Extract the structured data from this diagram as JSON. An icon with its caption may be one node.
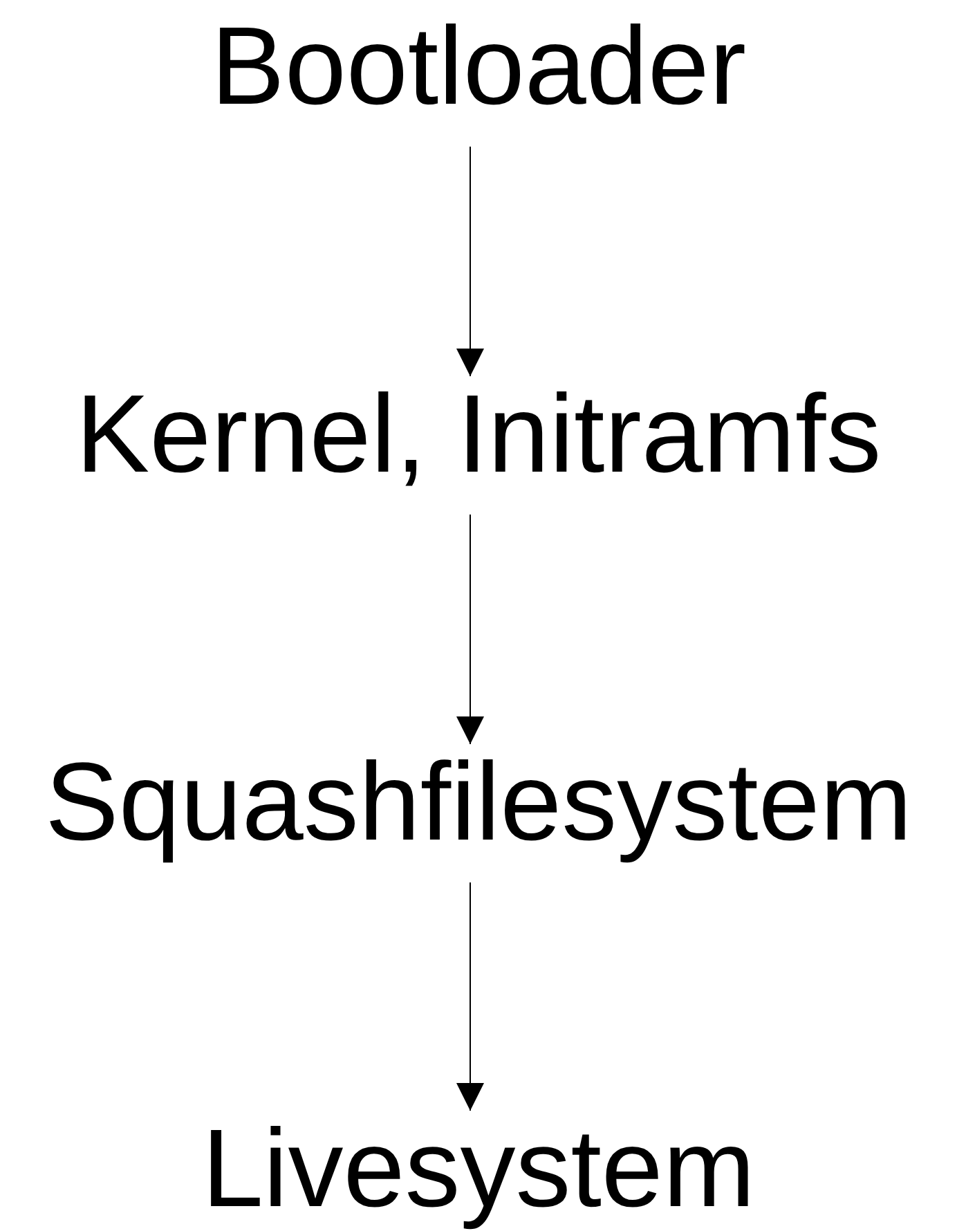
{
  "diagram": {
    "nodes": [
      {
        "text": [
          "Bootloader"
        ]
      },
      {
        "text": [
          "Kernel, Initramfs"
        ]
      },
      {
        "text": [
          "Squashfilesystem"
        ]
      },
      {
        "text": [
          "Livesystem"
        ]
      }
    ],
    "edges": [
      {
        "from": 0,
        "to": 1,
        "arrow": "to"
      },
      {
        "from": 1,
        "to": 2,
        "arrow": "to"
      },
      {
        "from": 2,
        "to": 3,
        "arrow": "to"
      }
    ]
  }
}
